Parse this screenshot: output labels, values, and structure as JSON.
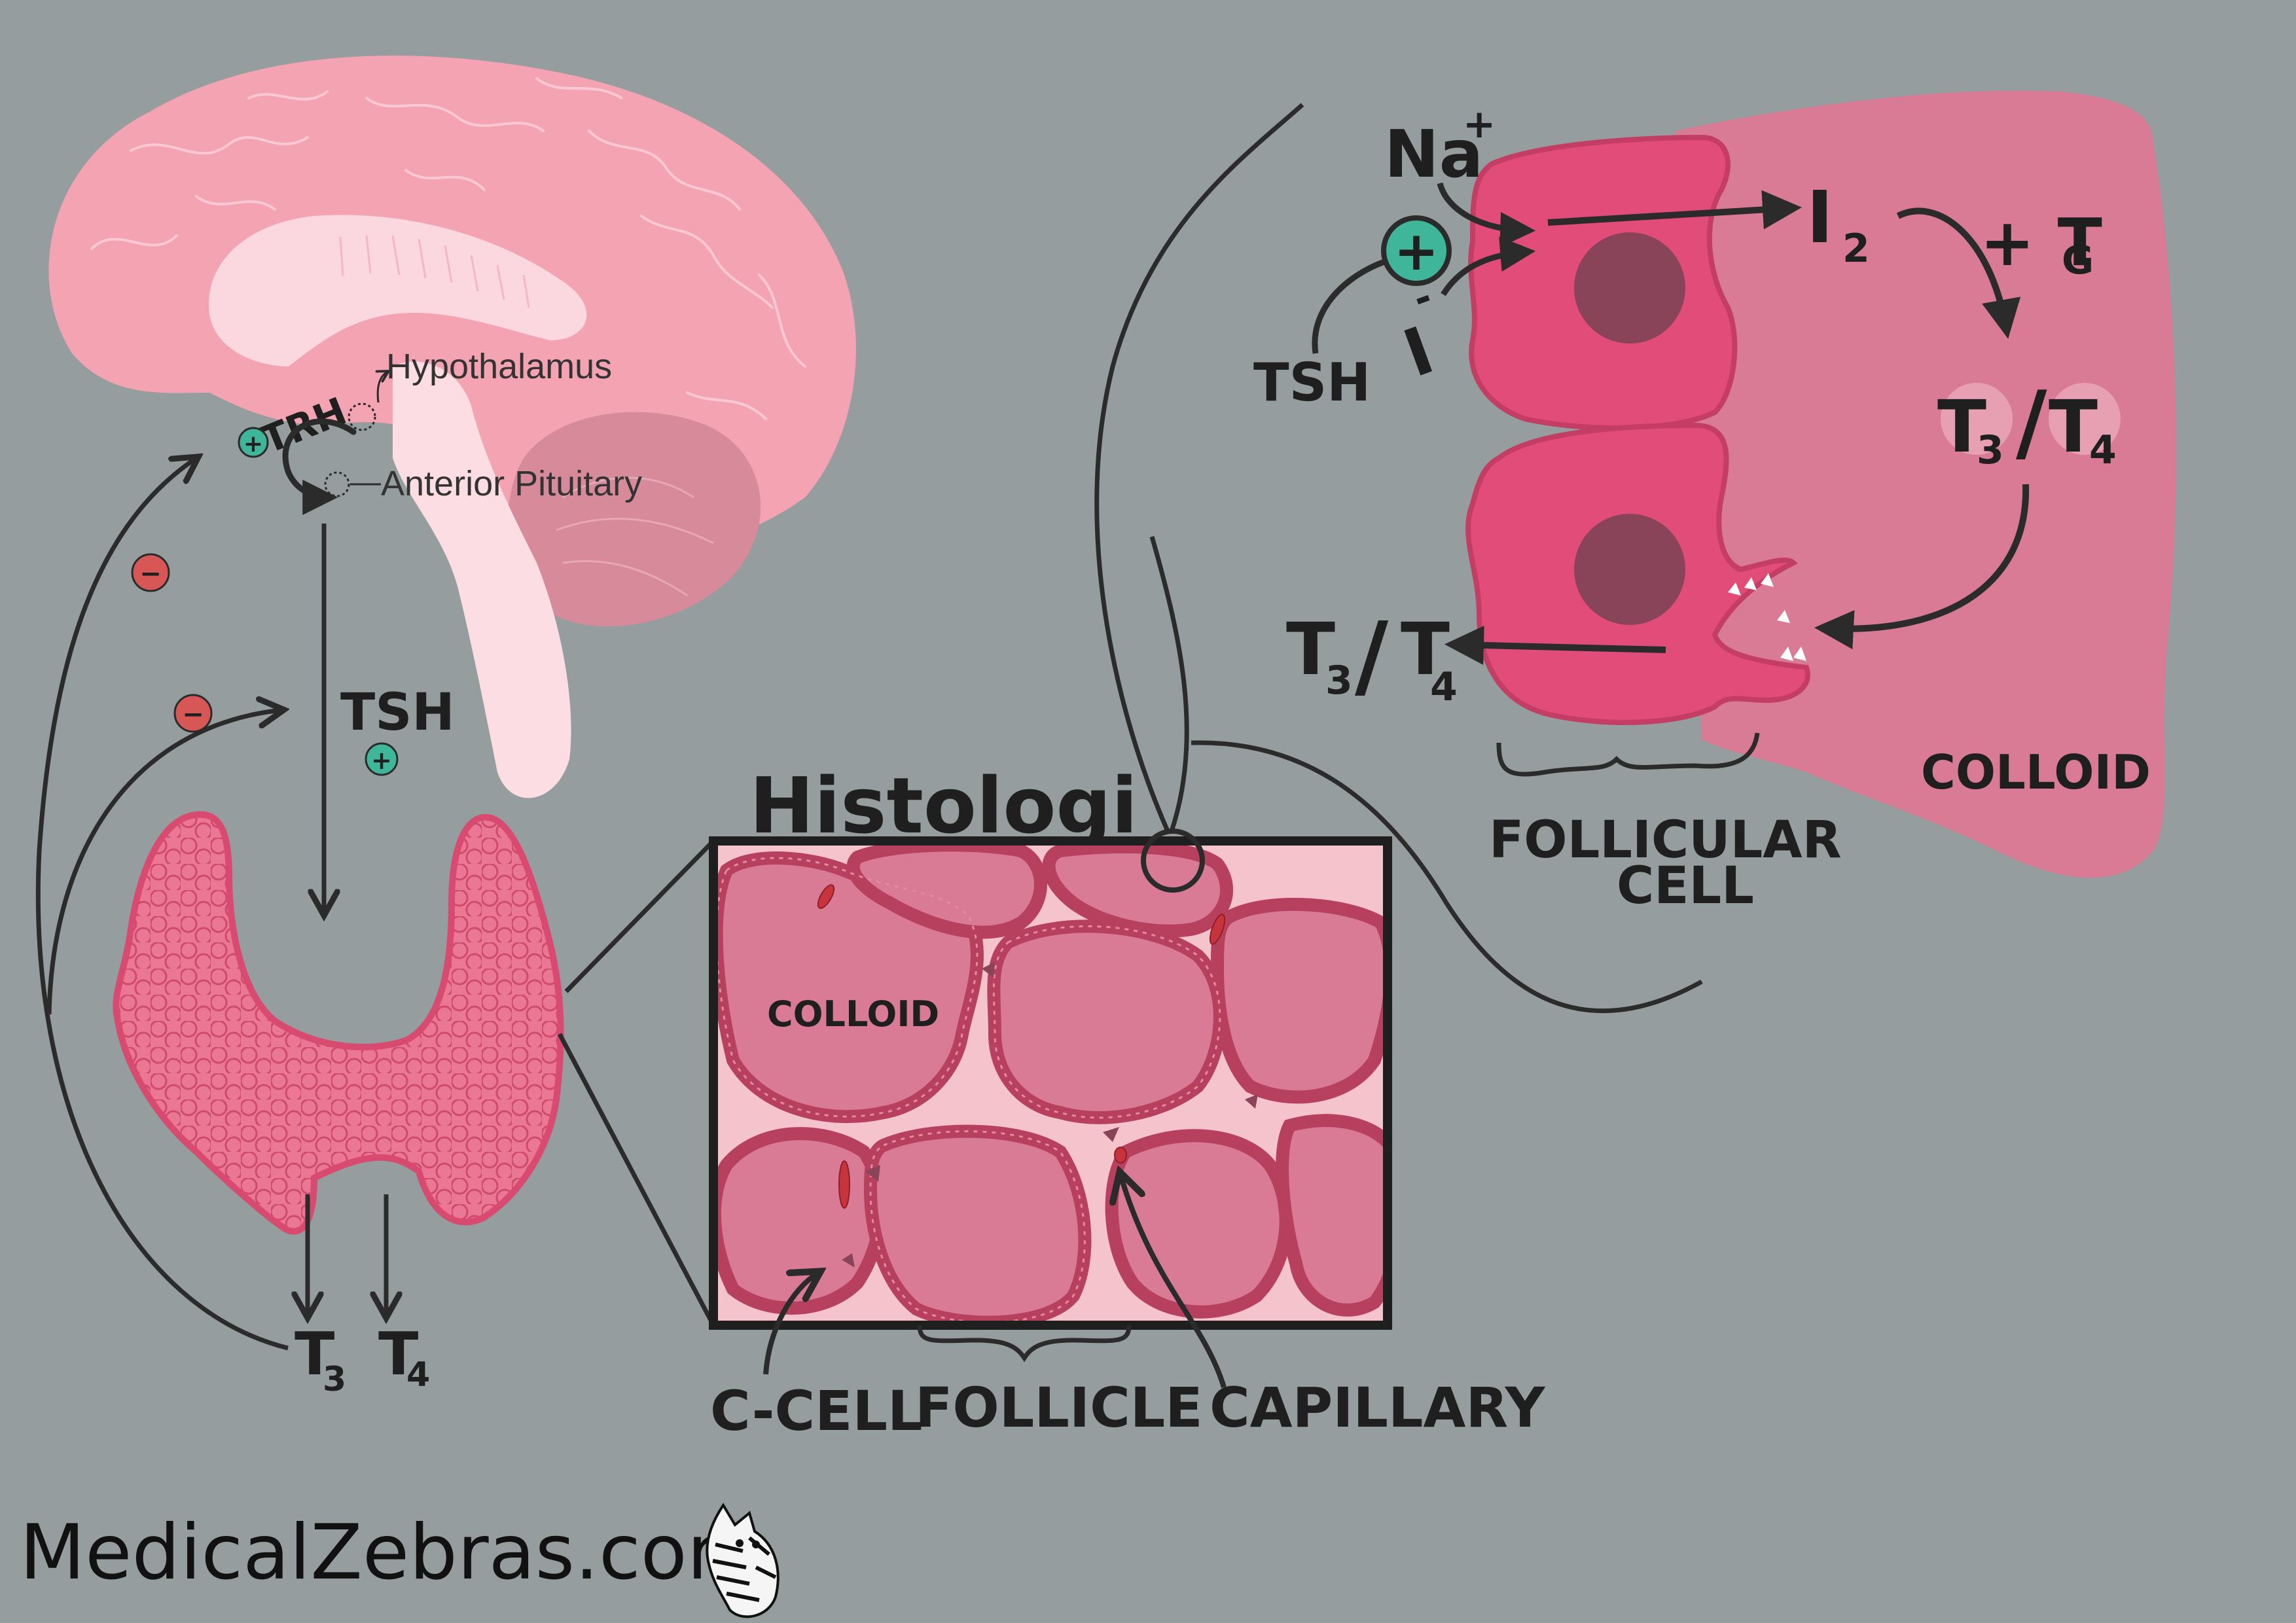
{
  "colors": {
    "background": "#959d9e",
    "brain": "#f4a3b2",
    "brain_inner": "#fbd3dc",
    "cerebellum": "#d68a9a",
    "thyroid": "#e8708e",
    "thyroid_outline": "#d84a70",
    "follicle_cell": "#e24c78",
    "nucleus": "#8a4459",
    "colloid": "#d97b95",
    "stimulate": "#3fb59a",
    "inhibit": "#d75656",
    "ink": "#2b2b2b"
  },
  "brain": {
    "hypothalamus_label": "Hypothalamus",
    "pituitary_label": "Anterior  Pituitary",
    "trh_label": "TRH",
    "tsh_label": "TSH"
  },
  "feedback": {
    "plus": "+",
    "minus": "−"
  },
  "thyroid": {
    "t3_base": "T",
    "t3_sub": "3",
    "t4_base": "T",
    "t4_sub": "4"
  },
  "histology": {
    "title": "Histologi",
    "colloid_label": "COLLOID",
    "c_cell_label": "C-CELL",
    "follicle_label": "FOLLICLE",
    "capillary_label": "CAPILLARY"
  },
  "follicular_detail": {
    "na_label": "Na",
    "na_sup": "+",
    "iodide_label": "I",
    "iodide_sup": "-",
    "tsh_label": "TSH",
    "i2_base": "I",
    "i2_sub": "2",
    "tg_prefix": "+ T",
    "tg_sub": "G",
    "t3t4_a": "T",
    "t3t4_a_sub": "3",
    "t3t4_slash": "/",
    "t3t4_b": "T",
    "t3t4_b_sub": "4",
    "out_a": "T",
    "out_a_sub": "3",
    "out_slash": "/",
    "out_b": "T",
    "out_b_sub": "4",
    "colloid_label": "COLLOID",
    "follicular_label_1": "FOLLICULAR",
    "follicular_label_2": "CELL"
  },
  "branding": {
    "site": "MedicalZebras.com",
    "logo": "zebra-logo"
  }
}
